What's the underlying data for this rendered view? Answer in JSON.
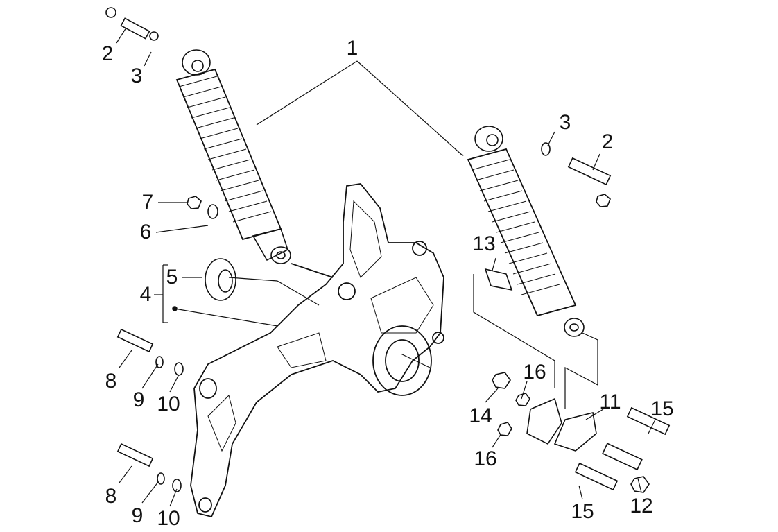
{
  "diagram": {
    "labels": [
      {
        "id": "l1",
        "text": "1"
      },
      {
        "id": "l2a",
        "text": "2"
      },
      {
        "id": "l3a",
        "text": "3"
      },
      {
        "id": "l3b",
        "text": "3"
      },
      {
        "id": "l2b",
        "text": "2"
      },
      {
        "id": "l7",
        "text": "7"
      },
      {
        "id": "l6",
        "text": "6"
      },
      {
        "id": "l13",
        "text": "13"
      },
      {
        "id": "l5",
        "text": "5"
      },
      {
        "id": "l4",
        "text": "4"
      },
      {
        "id": "l8a",
        "text": "8"
      },
      {
        "id": "l9a",
        "text": "9"
      },
      {
        "id": "l10a",
        "text": "10"
      },
      {
        "id": "l16a",
        "text": "16"
      },
      {
        "id": "l11",
        "text": "11"
      },
      {
        "id": "l15a",
        "text": "15"
      },
      {
        "id": "l14",
        "text": "14"
      },
      {
        "id": "l16b",
        "text": "16"
      },
      {
        "id": "l8b",
        "text": "8"
      },
      {
        "id": "l9b",
        "text": "9"
      },
      {
        "id": "l10b",
        "text": "10"
      },
      {
        "id": "l15b",
        "text": "15"
      },
      {
        "id": "l12",
        "text": "12"
      }
    ]
  }
}
